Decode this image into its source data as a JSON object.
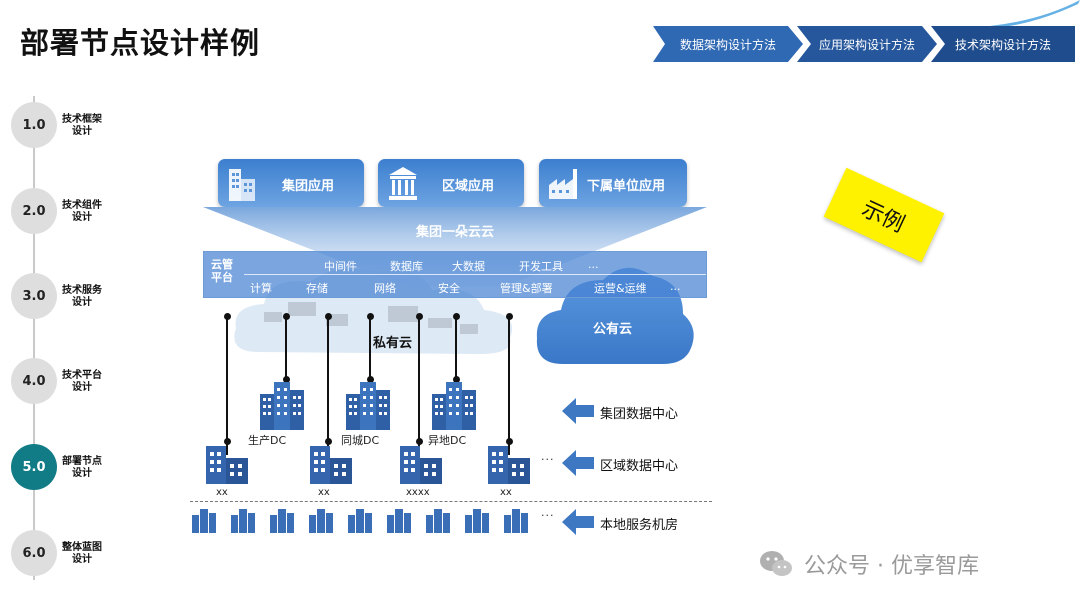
{
  "page": {
    "title": "部署节点设计样例"
  },
  "breadcrumb": [
    "数据架构设计方法",
    "应用架构设计方法",
    "技术架构设计方法"
  ],
  "steps": [
    {
      "num": "1.0",
      "label": "技术框架设计"
    },
    {
      "num": "2.0",
      "label": "技术组件设计"
    },
    {
      "num": "3.0",
      "label": "技术服务设计"
    },
    {
      "num": "4.0",
      "label": "技术平台设计"
    },
    {
      "num": "5.0",
      "label": "部署节点设计"
    },
    {
      "num": "6.0",
      "label": "整体蓝图设计"
    }
  ],
  "active_step": "5.0",
  "diagram": {
    "apps": [
      "集团应用",
      "区域应用",
      "下属单位应用"
    ],
    "cloud_main": "集团一朵云云",
    "platform": {
      "label": "云管平台",
      "row1": [
        "中间件",
        "数据库",
        "大数据",
        "开发工具",
        "..."
      ],
      "row2": [
        "计算",
        "存储",
        "网络",
        "安全",
        "管理&部署",
        "运营&运维",
        "..."
      ]
    },
    "private_cloud": "私有云",
    "public_cloud": "公有云",
    "dc_labels": [
      "生产DC",
      "同城DC",
      "异地DC"
    ],
    "region_labels": [
      "xx",
      "xx",
      "xxxx",
      "xx"
    ],
    "ellipsis": "...",
    "tiers": [
      "集团数据中心",
      "区域数据中心",
      "本地服务机房"
    ]
  },
  "sample_tag": "示例",
  "watermark": "公众号 · 优享智库",
  "colors": {
    "primary": "#3c7fcf",
    "dark_blue": "#1f4c8c",
    "active": "#127c86",
    "tag": "#fff200"
  }
}
